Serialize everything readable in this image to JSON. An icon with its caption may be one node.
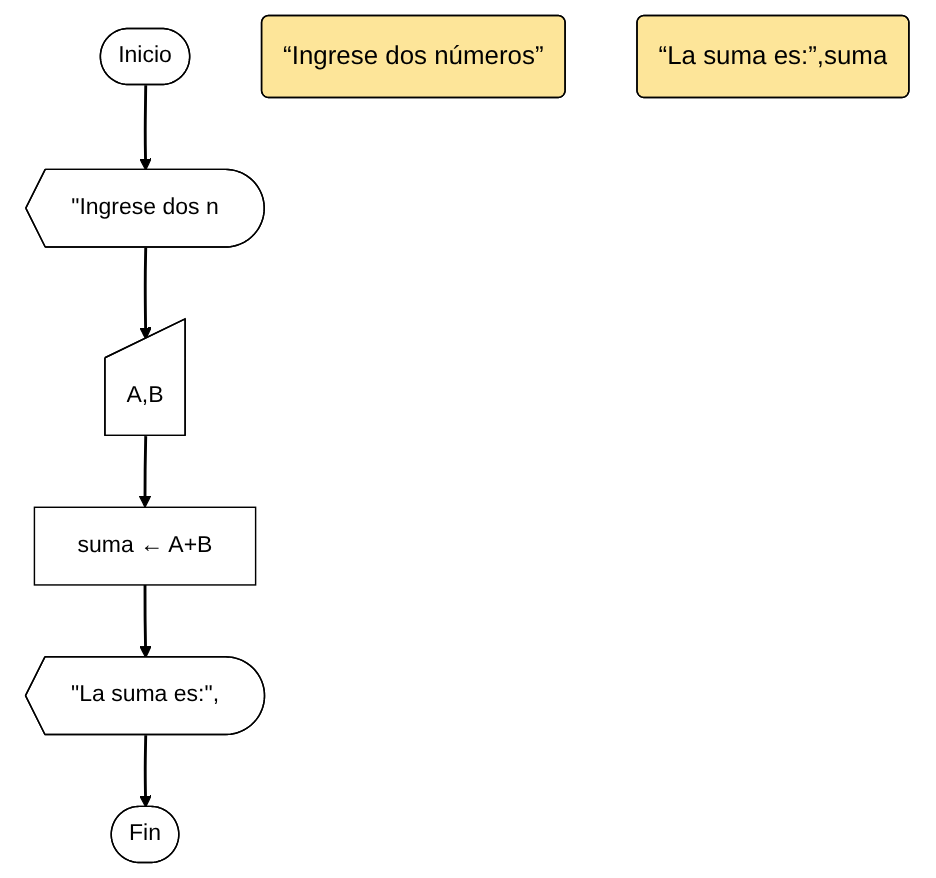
{
  "diagram": {
    "nodes": [
      {
        "text": [
          "Inicio"
        ]
      },
      {
        "text": [
          "\"Ingrese dos n"
        ]
      },
      {
        "text": [
          "A,B"
        ]
      },
      {
        "text": [
          "suma ← A+B"
        ]
      },
      {
        "text": [
          "\"La suma es:\","
        ]
      },
      {
        "text": [
          "Fin"
        ]
      },
      {
        "text": [
          "“Ingrese dos números”"
        ]
      },
      {
        "text": [
          "“La suma es:”,suma"
        ]
      }
    ],
    "edges": [
      {
        "from": 0,
        "to": 1,
        "arrow": "to"
      },
      {
        "from": 1,
        "to": 2,
        "arrow": "to"
      },
      {
        "from": 2,
        "to": 3,
        "arrow": "to"
      },
      {
        "from": 3,
        "to": 4,
        "arrow": "to"
      },
      {
        "from": 4,
        "to": 5,
        "arrow": "to"
      }
    ]
  }
}
